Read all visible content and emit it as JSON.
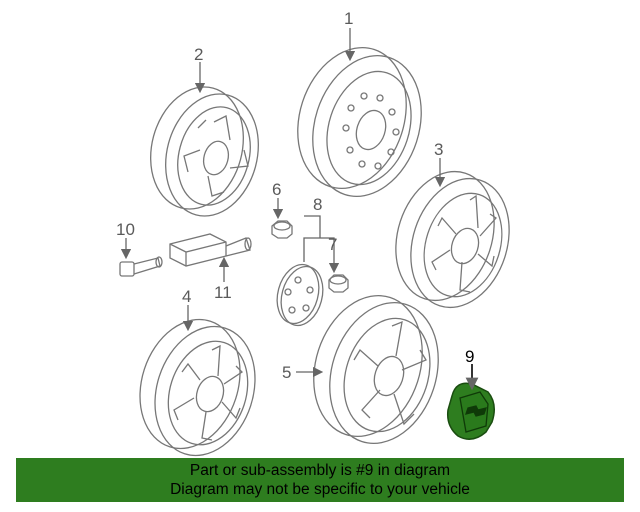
{
  "diagram": {
    "callouts": {
      "c1": "1",
      "c2": "2",
      "c3": "3",
      "c4": "4",
      "c5": "5",
      "c6": "6",
      "c7": "7",
      "c8": "8",
      "c9": "9",
      "c10": "10",
      "c11": "11"
    },
    "highlighted_part": "9",
    "highlight_color": "#2e7d1f"
  },
  "banner": {
    "line1": "Part or sub-assembly is #9 in diagram",
    "line2": "Diagram may not be specific to your vehicle",
    "color": "#2e7d1f"
  }
}
